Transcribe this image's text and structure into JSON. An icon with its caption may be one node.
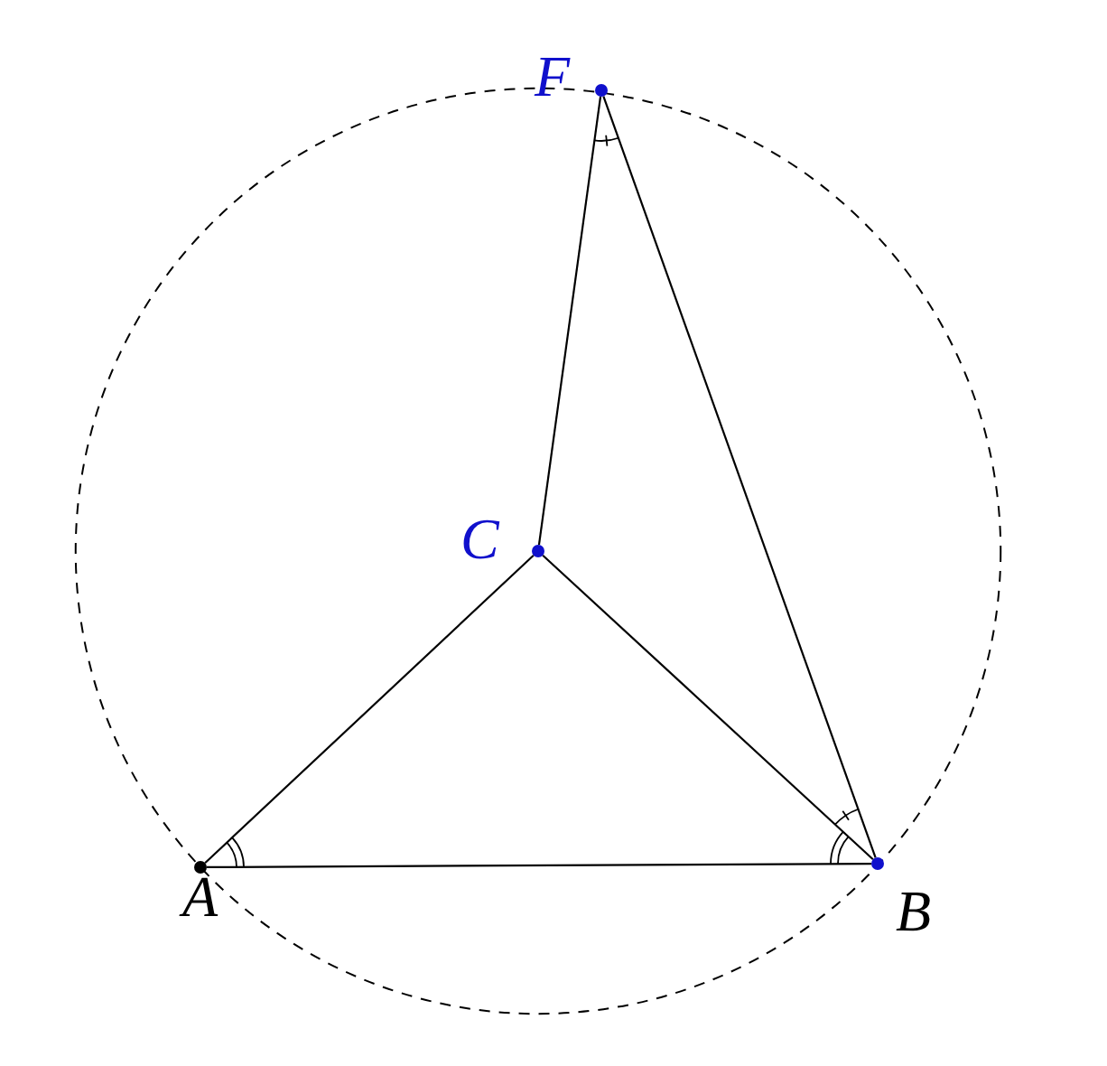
{
  "diagram": {
    "nodes": [
      {
        "text": [],
        "shape": "circle",
        "beside": [
          "F"
        ]
      },
      {
        "text": [],
        "shape": "circle",
        "beside": [
          "C"
        ]
      },
      {
        "text": [],
        "shape": "circle",
        "beside": [
          "A"
        ]
      },
      {
        "text": [],
        "shape": "circle",
        "beside": [
          "B"
        ]
      }
    ],
    "edges": [
      {
        "from": 0,
        "to": 1,
        "arrow": "none"
      },
      {
        "from": 0,
        "to": 3,
        "arrow": "none"
      },
      {
        "from": 1,
        "to": 2,
        "arrow": "none"
      },
      {
        "from": 1,
        "to": 3,
        "arrow": "none"
      },
      {
        "from": 2,
        "to": 3,
        "arrow": "none"
      }
    ]
  }
}
